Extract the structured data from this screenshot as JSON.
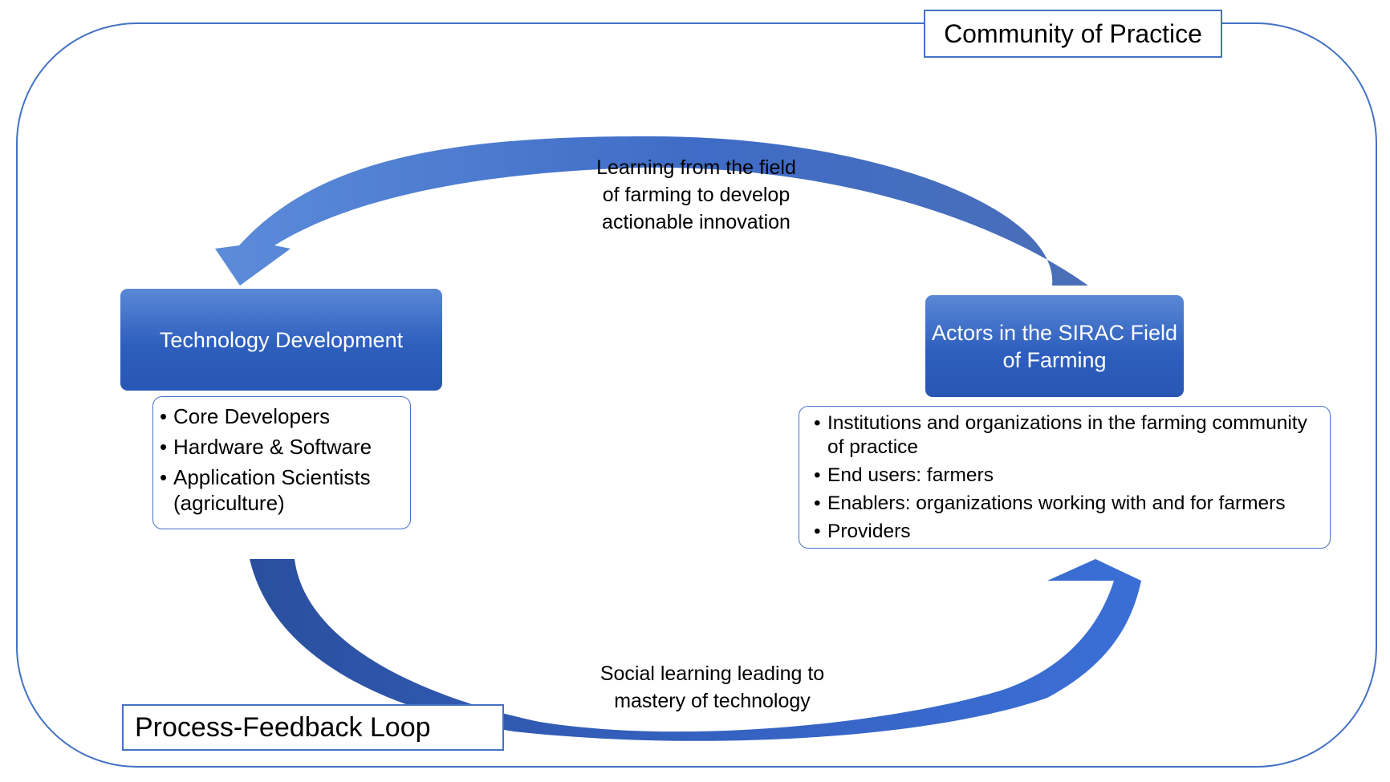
{
  "frame": {
    "title": "Community of Practice",
    "loop_label": "Process-Feedback Loop"
  },
  "nodes": {
    "technology": {
      "title": "Technology Development",
      "items": [
        "Core Developers",
        "Hardware & Software",
        "Application Scientists (agriculture)"
      ]
    },
    "actors": {
      "title": "Actors in the SIRAC Field of Farming",
      "items": [
        "Institutions and organizations in the farming community of practice",
        "End users: farmers",
        "Enablers: organizations working with and for farmers",
        "Providers"
      ]
    }
  },
  "flows": {
    "top": "Learning from the field of farming to develop actionable innovation",
    "bottom": "Social learning leading to mastery of technology"
  },
  "bullet_glyph": "•",
  "colors": {
    "frame": "#4472c4",
    "node_fill": "#3366c4",
    "arrow_light": "#5b8bd9",
    "arrow_dark": "#2a52a6"
  }
}
